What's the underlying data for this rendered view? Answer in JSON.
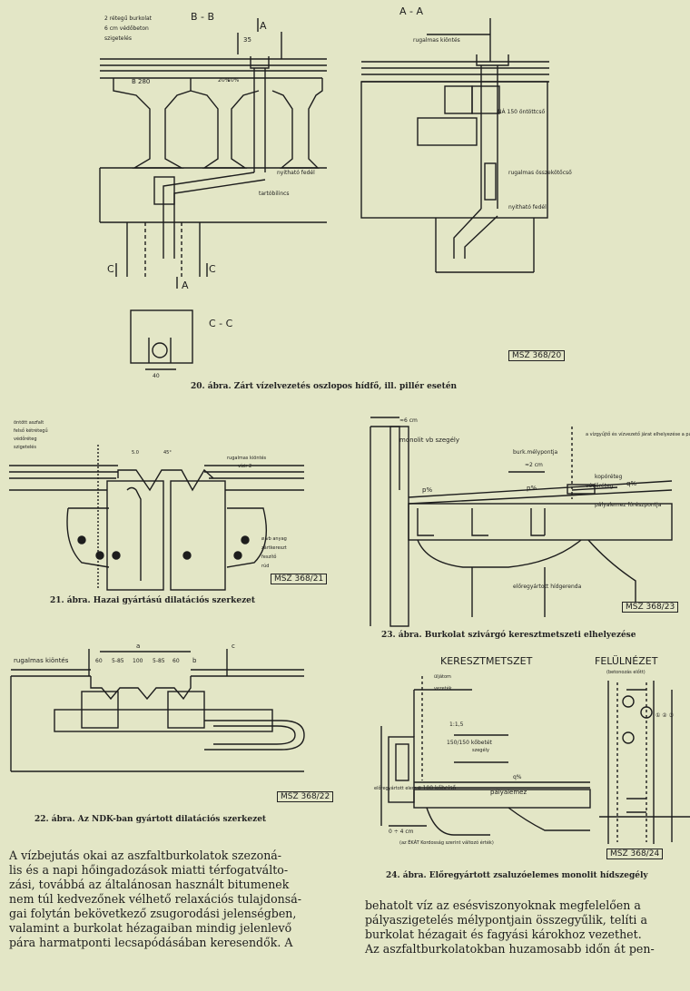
{
  "figures": [
    {
      "id": "fig20",
      "caption": "20. ábra. Zárt vízelvezetés oszlopos hídfő, ill. pillér esetén",
      "standard": "MSZ 368/20",
      "section_labels": [
        "B - B",
        "A - A",
        "C - C",
        "A",
        "A",
        "C",
        "C"
      ],
      "labels": [
        "2 rétegű burkolat",
        "6 cm védőbeton",
        "szigetelés",
        "B 280",
        "35",
        "rugalmas kiöntés",
        "NÁ 150 öntöttcső",
        "rugalmas összekötőcső",
        "nyitható fedél",
        "nyitható fedél",
        "tartóbilincs",
        "40",
        "20%",
        "10%"
      ]
    },
    {
      "id": "fig21",
      "caption": "21. ábra. Hazai gyártású dilatációs szerkezet",
      "standard": "MSZ 368/21",
      "labels": [
        "öntött aszfalt",
        "felső kétrétegű",
        "védőréteg",
        "szigetelés",
        "rugalmas kiöntés",
        "vízir 2",
        "5.0",
        "45°",
        "ø vb anyag",
        "zártkereszt",
        "feszítő",
        "rúd"
      ]
    },
    {
      "id": "fig22",
      "caption": "22. ábra. Az NDK-ban gyártott dilatációs szerkezet",
      "standard": "MSZ 368/22",
      "labels": [
        "rugalmas kiöntés",
        "a",
        "b",
        "c",
        "60",
        "5-85",
        "100",
        "5-85",
        "60"
      ]
    },
    {
      "id": "fig23",
      "caption": "23. ábra. Burkolat szivárgó keresztmetszeti elhelyezése",
      "standard": "MSZ 368/23",
      "labels": [
        "monolit vb szegély",
        "burk.mélypontja",
        "a vízgyűjtő és vízvezető járat elhelyezése a pályaszigetelésen",
        "kopóréteg",
        "védőréteg",
        "p%",
        "p%",
        "q%",
        "pályalemez fórészpontja",
        "előregyártott hídgerenda",
        "≈6 cm",
        "≈2 cm"
      ]
    },
    {
      "id": "fig24",
      "caption": "24. ábra. Előregyártott zsaluzóelemes monolit hídszegély",
      "standard": "MSZ 368/24",
      "titles": [
        "KERESZTMETSZET",
        "FELÜLNÉZET"
      ],
      "labels": [
        "(betonozás előtt)",
        "előregyártott elem",
        "pályalemez",
        "q%",
        "1:1,5",
        "150/150 kőbetét",
        "ø 100 kőbelső",
        "0 ÷ 4 cm",
        "(az ÉKÁT Kordosság szerint változó érték)",
        "üljátom",
        "vezeték",
        "szegély",
        "① ② ③"
      ]
    }
  ],
  "left_text": [
    "A vízbejutás okai az aszfaltburkolatok szezoná-",
    "lis és a napi hőingadozások miatti térfogatválto-",
    "zási, továbbá az általánosan használt bitumenek",
    "nem túl kedvezőnek vélhető relaxációs tulajdonsá-",
    "gai folytán bekövetkező zsugorodási jelenségben,",
    "valamint a burkolat hézagaiban mindig jelenlevő",
    "pára harmatponti lecsapódásában keresendők. A"
  ],
  "right_text": [
    "behatolt víz az esésviszonyoknak megfelelően a",
    "pályaszigetelés mélypontjain összegyűlik, telíti a",
    "burkolat hézagait és fagyási károkhoz vezethet.",
    "Az aszfaltburkolatokban huzamosabb időn át pen-"
  ]
}
